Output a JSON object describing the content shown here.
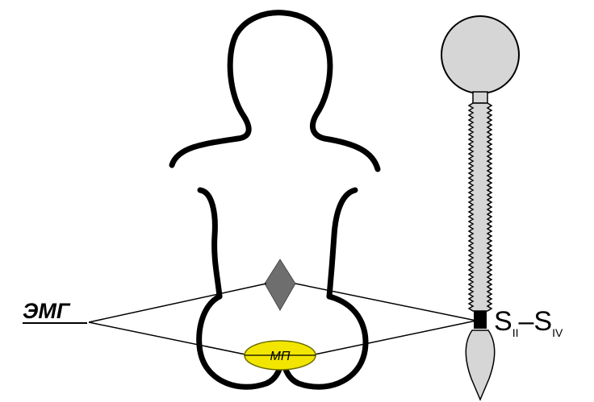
{
  "labels": {
    "emg": "ЭМГ",
    "mp": "МП",
    "segment_start": "S",
    "segment_start_sub": "II",
    "segment_dash": "–",
    "segment_end": "S",
    "segment_end_sub": "IV"
  },
  "colors": {
    "outline": "#000000",
    "spine_fill": "#d6d6d6",
    "marker_fill": "#6e6e6e",
    "mp_fill": "#f2e600"
  }
}
